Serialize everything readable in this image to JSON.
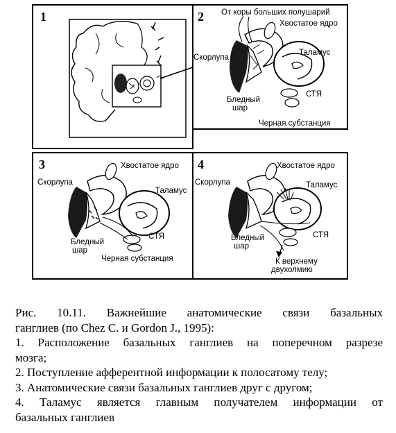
{
  "panels": [
    {
      "number": "1",
      "labels": []
    },
    {
      "number": "2",
      "labels": {
        "cortex": "От коры больших полушарий",
        "caudate": "Хвостатое ядро",
        "putamen": "Скорлупа",
        "thalamus": "Таламус",
        "pallidus_1": "Бледный",
        "pallidus_2": "шар",
        "stn": "СТЯ",
        "nigra": "Черная субстанция"
      }
    },
    {
      "number": "3",
      "labels": {
        "caudate": "Хвостатое ядро",
        "putamen": "Скорлупа",
        "thalamus": "Таламус",
        "pallidus_1": "Бледный",
        "pallidus_2": "шар",
        "stn": "СТЯ",
        "nigra": "Черная субстанция"
      }
    },
    {
      "number": "4",
      "labels": {
        "caudate": "Хвостатое ядро",
        "putamen": "Скорлупа",
        "thalamus": "Таламус",
        "pallidus_1": "Бледный",
        "pallidus_2": "шар",
        "stn": "СТЯ",
        "colliculus_1": "К верхнему",
        "colliculus_2": "двухолмию"
      }
    }
  ],
  "caption": {
    "title": "Рис. 10.11.  Важнейшие анатомические связи базальных",
    "title_cont": "ганглиев (по Chez C. и Gordon J., 1995):",
    "items": [
      "1. Расположение базальных ганглиев на поперечном разрезе",
      "мозга;",
      "2. Поступление афферентной информации к полосатому телу;",
      "3. Анатомические связи базальных ганглиев друг с другом;",
      "4. Таламус является главным получателем информации от",
      "базальных ганглиев"
    ]
  }
}
